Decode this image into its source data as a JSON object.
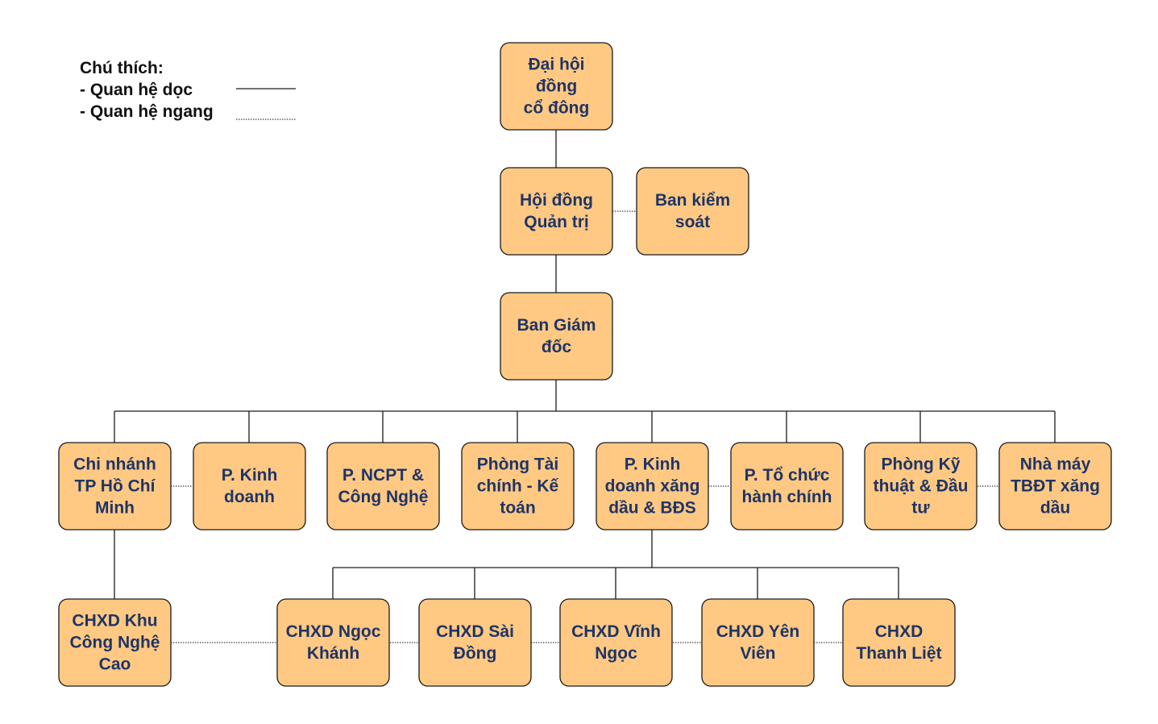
{
  "legend": {
    "title": "Chú thích:",
    "vertical": "- Quan hệ dọc",
    "horizontal": "- Quan hệ ngang"
  },
  "nodes": {
    "shareholders": [
      "Đại hội",
      "đồng",
      "cổ đông"
    ],
    "board": [
      "Hội đồng",
      "Quản trị"
    ],
    "supervisory": [
      "Ban kiểm",
      "soát"
    ],
    "directors": [
      "Ban Giám",
      "đốc"
    ],
    "hcm_branch": [
      "Chi nhánh",
      "TP Hồ Chí",
      "Minh"
    ],
    "sales": [
      "P. Kinh",
      "doanh"
    ],
    "ncpt": [
      "P. NCPT &",
      "Công Nghệ"
    ],
    "finance": [
      "Phòng Tài",
      "chính - Kế",
      "toán"
    ],
    "fuel_realestate": [
      "P. Kinh",
      "doanh xăng",
      "dầu & BĐS"
    ],
    "admin": [
      "P. Tổ chức",
      "hành chính"
    ],
    "technical": [
      "Phòng Kỹ",
      "thuật & Đầu",
      "tư"
    ],
    "factory": [
      "Nhà máy",
      "TBĐT xăng",
      "dầu"
    ],
    "hitech_station": [
      "CHXD Khu",
      "Công Nghệ",
      "Cao"
    ],
    "ngoc_khanh": [
      "CHXD Ngọc",
      "Khánh"
    ],
    "sai_dong": [
      "CHXD Sài",
      "Đồng"
    ],
    "vinh_ngoc": [
      "CHXD Vĩnh",
      "Ngọc"
    ],
    "yen_vien": [
      "CHXD Yên",
      "Viên"
    ],
    "thanh_liet": [
      "CHXD",
      "Thanh Liệt"
    ]
  }
}
